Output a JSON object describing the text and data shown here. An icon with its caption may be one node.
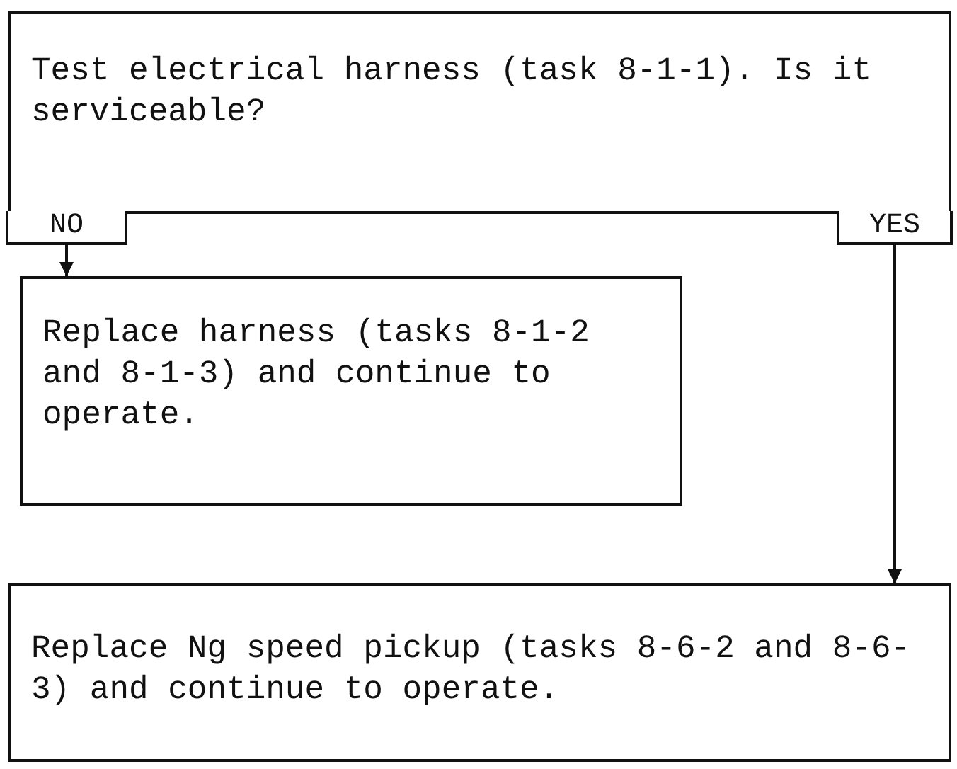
{
  "diagram": {
    "nodes": [
      {
        "text": [
          "Test electrical harness (task 8-1-1). Is it serviceable?"
        ]
      },
      {
        "text": [
          "Replace harness (tasks 8-1-2 and 8-1-3) and continue to operate."
        ]
      },
      {
        "text": [
          "Replace Ng speed pickup (tasks 8-6-2 and 8-6-3) and continue to operate."
        ]
      }
    ],
    "edges": [
      {
        "from": 0,
        "to": 1,
        "arrow": "to",
        "label": "NO"
      },
      {
        "from": 0,
        "to": 2,
        "arrow": "to",
        "label": "YES"
      }
    ]
  }
}
